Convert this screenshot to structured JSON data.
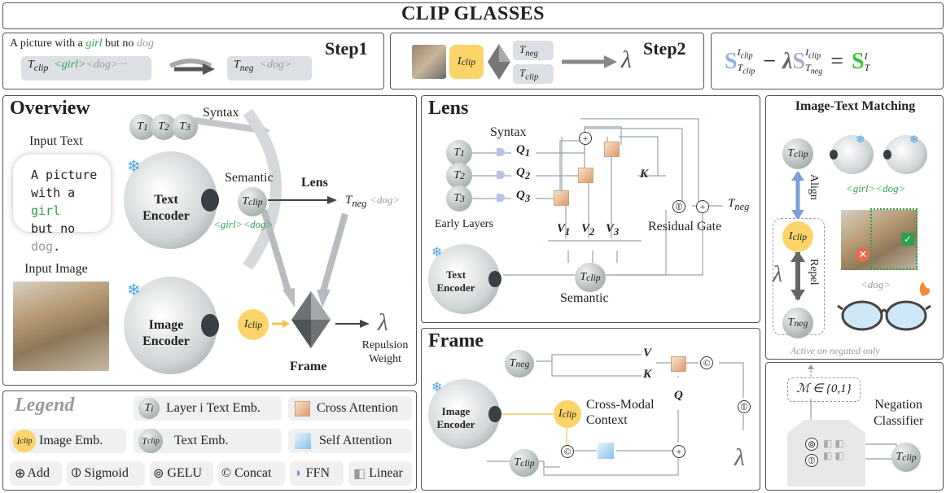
{
  "title": "CLIP GLASSES",
  "step1": {
    "label": "Step1",
    "caption_prefix": "A picture with a ",
    "caption_girl": "girl",
    "caption_mid": " but no ",
    "caption_dog": "dog",
    "tclip_label": "T",
    "tclip_sub": "clip",
    "tclip_girl": "<girl>",
    "tclip_dog": "<dog>",
    "tclip_more": "···",
    "tneg_label": "T",
    "tneg_sub": "neg",
    "tneg_dog": "<dog>"
  },
  "step2": {
    "label": "Step2",
    "iclip": "I",
    "iclip_sub": "clip",
    "tneg": "T",
    "tneg_sub": "neg",
    "tclip": "T",
    "tclip_sub": "clip",
    "lambda": "λ"
  },
  "formula": {
    "s1": "S",
    "s1_sup": "I",
    "s1_sup_sub": "clip",
    "s1_sub": "T",
    "s1_sub_sub": "clip",
    "minus": "−",
    "lambda": "λ",
    "s2": "S",
    "s2_sup": "I",
    "s2_sup_sub": "clip",
    "s2_sub": "T",
    "s2_sub_sub": "neg",
    "equals": "=",
    "s3": "S",
    "s3_sup": "I",
    "s3_sub": "T"
  },
  "overview": {
    "title": "Overview",
    "input_text_label": "Input Text",
    "input_text_l1": "A picture",
    "input_text_l2_a": "with a ",
    "input_text_l2_b": "girl",
    "input_text_l3_a": "but no ",
    "input_text_l3_b": "dog",
    "input_text_l3_c": ".",
    "input_image_label": "Input Image",
    "t1": "T",
    "t1_sub": "1",
    "t2": "T",
    "t2_sub": "2",
    "t3": "T",
    "t3_sub": "3",
    "syntax": "Syntax",
    "semantic": "Semantic",
    "text_encoder_1": "Text",
    "text_encoder_2": "Encoder",
    "image_encoder_1": "Image",
    "image_encoder_2": "Encoder",
    "tclip": "T",
    "tclip_sub": "clip",
    "tclip_tags": "<girl><dog>",
    "lens": "Lens",
    "tneg": "T",
    "tneg_sub": "neg",
    "tneg_tag": "<dog>",
    "iclip": "I",
    "iclip_sub": "clip",
    "frame": "Frame",
    "lambda": "λ",
    "repulsion_1": "Repulsion",
    "repulsion_2": "Weight"
  },
  "lens": {
    "title": "Lens",
    "syntax": "Syntax",
    "early_layers": "Early Layers",
    "t1": "T",
    "t1_sub": "1",
    "t2": "T",
    "t2_sub": "2",
    "t3": "T",
    "t3_sub": "3",
    "q1": "Q",
    "q1_sub": "1",
    "q2": "Q",
    "q2_sub": "2",
    "q3": "Q",
    "q3_sub": "3",
    "v1": "V",
    "v1_sub": "1",
    "v2": "V",
    "v2_sub": "2",
    "v3": "V",
    "v3_sub": "3",
    "k": "K",
    "text_encoder_1": "Text",
    "text_encoder_2": "Encoder",
    "tclip": "T",
    "tclip_sub": "clip",
    "semantic": "Semantic",
    "residual_gate": "Residual Gate",
    "tneg": "T",
    "tneg_sub": "neg"
  },
  "frame": {
    "title": "Frame",
    "tneg": "T",
    "tneg_sub": "neg",
    "v": "V",
    "k": "K",
    "q": "Q",
    "image_encoder_1": "Image",
    "image_encoder_2": "Encoder",
    "iclip": "I",
    "iclip_sub": "clip",
    "context_1": "Cross-Modal",
    "context_2": "Context",
    "tclip": "T",
    "tclip_sub": "clip",
    "lambda": "λ"
  },
  "matching": {
    "title": "Image-Text Matching",
    "tclip": "T",
    "tclip_sub": "clip",
    "align": "Align",
    "iclip": "I",
    "iclip_sub": "clip",
    "repel": "Repel",
    "lambda": "λ",
    "tneg": "T",
    "tneg_sub": "neg",
    "girl_dog_tag": "<girl><dog>",
    "dog_tag": "<dog>",
    "active_note": "Active on negated only",
    "mask": "ℳ ∈ {0,1}",
    "classifier_1": "Negation",
    "classifier_2": "Classifier",
    "tclip2": "T",
    "tclip2_sub": "clip"
  },
  "legend": {
    "title": "Legend",
    "ti": "T",
    "ti_sub": "i",
    "layer_emb": "Layer i Text Emb.",
    "cross_attention": "Cross Attention",
    "iclip": "I",
    "iclip_sub": "clip",
    "image_emb": "Image Emb.",
    "tclip": "T",
    "tclip_sub": "clip",
    "text_emb": "Text Emb.",
    "self_attention": "Self Attention",
    "add": "Add",
    "sigmoid": "Sigmoid",
    "gelu": "GELU",
    "concat": "Concat",
    "ffn": "FFN",
    "linear": "Linear"
  },
  "colors": {
    "yellow": "#fbd56a",
    "green": "#2ca04f",
    "blue_s": "#8fb4dd",
    "purple_s": "#b6a6cf",
    "green_s": "#3bbf3b"
  }
}
